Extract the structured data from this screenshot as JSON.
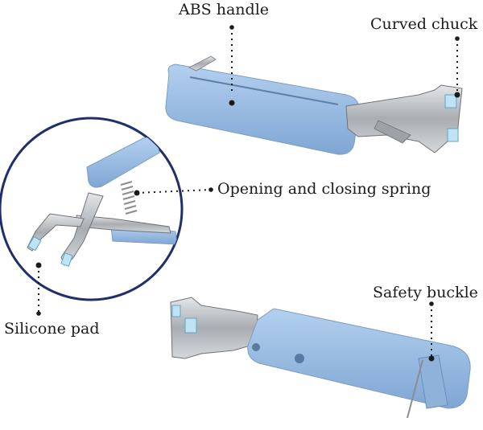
{
  "labels": {
    "abs_handle": "ABS handle",
    "curved_chuck": "Curved chuck",
    "spring": "Opening and closing spring",
    "silicone_pad": "Silicone pad",
    "safety_buckle": "Safety buckle"
  },
  "colors": {
    "handle_blue": "#9fbfe3",
    "steel": "#b9bcc0",
    "circle_stroke": "#1f2f6b",
    "pad_blue": "#bfe3f4"
  }
}
